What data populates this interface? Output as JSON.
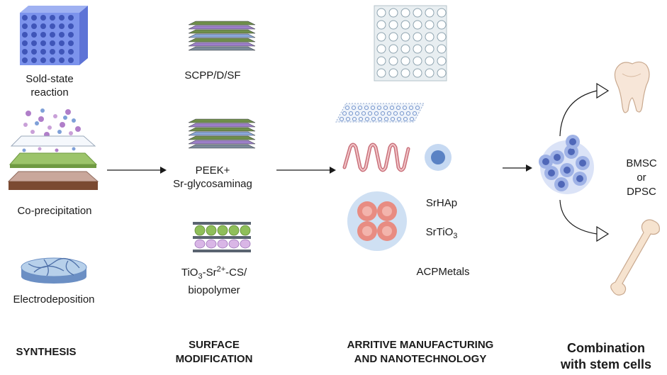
{
  "synthesis": {
    "heading": "SYNTHESIS",
    "method_1": [
      "Sold-state",
      "reaction"
    ],
    "method_2": "Co-precipitation",
    "method_3": "Electrodeposition"
  },
  "surface_modification": {
    "heading": [
      "SURFACE",
      "MODIFICATION"
    ],
    "item_1": "SCPP/D/SF",
    "item_2": [
      "PEEK+",
      "Sr-glycosaminag"
    ],
    "item_3": {
      "part1": "TiO",
      "sub": "3",
      "part2": "-Sr",
      "sup": "2+",
      "part3": "-CS/",
      "line2": "biopolymer"
    }
  },
  "manufacturing": {
    "heading": [
      "ARRITIVE MANUFACTURING",
      "AND NANOTECHNOLOGY"
    ],
    "item_1": "SrHAp",
    "item_2": {
      "base": "SrTiO",
      "sub": "3"
    },
    "item_3": "ACPMetals"
  },
  "stem_cells": {
    "heading": [
      "Combination",
      "with stem cells"
    ],
    "cell_types": [
      "BMSC",
      "or",
      "DPSC"
    ]
  },
  "colors": {
    "cube_blue": "#6f86e8",
    "layer_green": "#8fbf5a",
    "layer_purple": "#b08ad0",
    "arrow": "#1a1a1a",
    "cell_blue": "#7d93d8",
    "bone": "#f3dcc6"
  }
}
